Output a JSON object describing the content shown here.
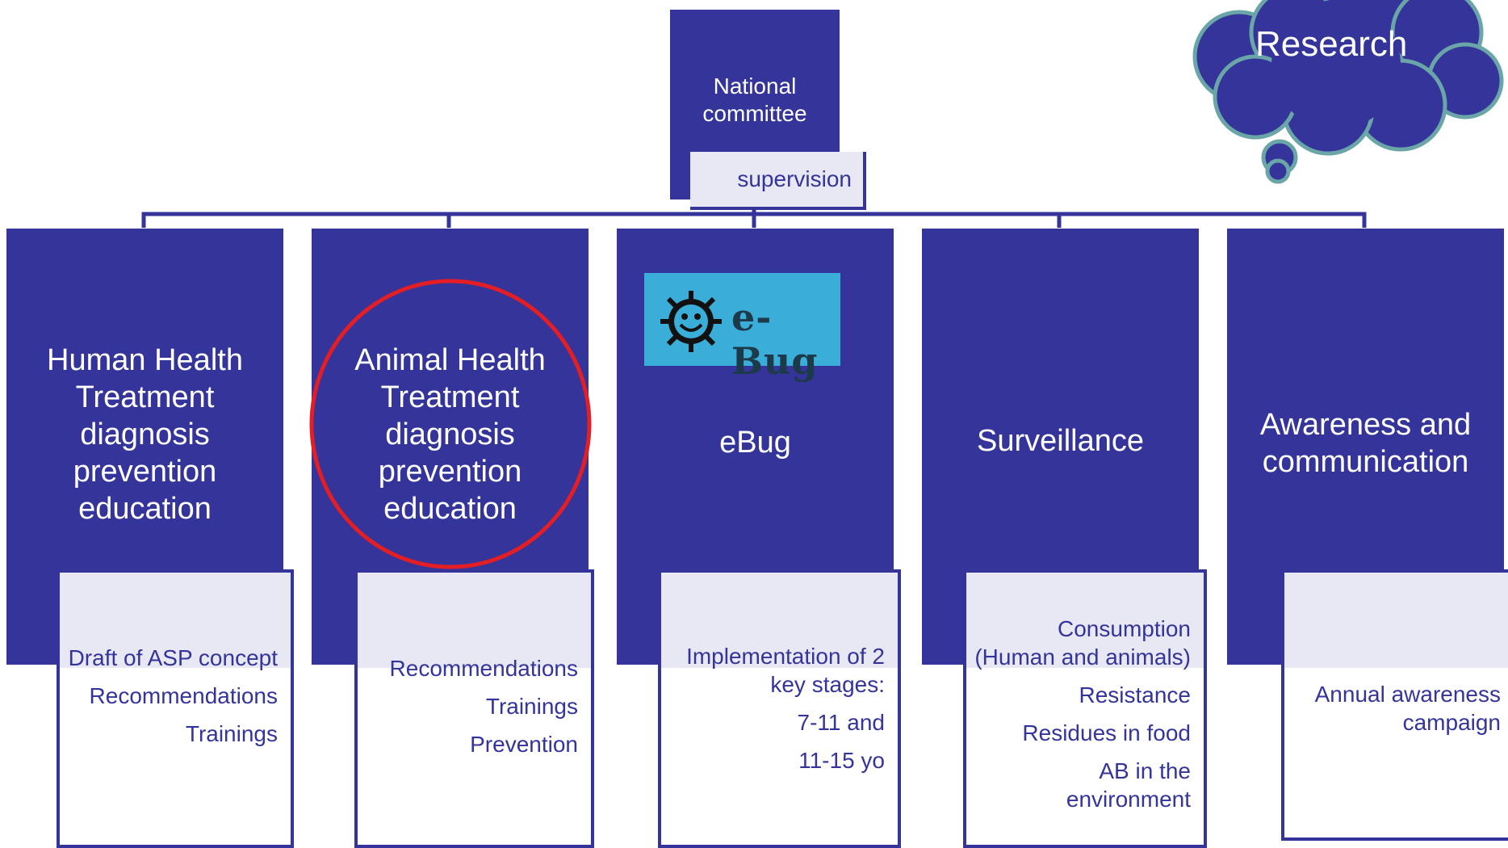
{
  "top": {
    "title": "National committee",
    "supervision": "supervision"
  },
  "research": {
    "label": "Research"
  },
  "columns": [
    {
      "label": "Human Health\nTreatment\ndiagnosis\nprevention\neducation",
      "items": [
        "Draft of ASP concept",
        "Recommendations",
        "Trainings"
      ]
    },
    {
      "label": "Animal Health\nTreatment\ndiagnosis\nprevention\neducation",
      "items": [
        "Recommendations",
        "Trainings",
        "Prevention"
      ]
    },
    {
      "label": "eBug",
      "logo": "e-Bug",
      "items": [
        "Implementation of 2 key stages:",
        "7-11 and",
        "11-15 yo"
      ]
    },
    {
      "label": "Surveillance",
      "items": [
        "Consumption (Human and animals)",
        "Resistance",
        "Residues in food",
        "AB in the environment"
      ]
    },
    {
      "label": "Awareness and communication",
      "items": [
        "Annual awareness campaign"
      ]
    }
  ],
  "colors": {
    "navy": "#34349a",
    "shade": "#e8e8f4",
    "highlight": "#e31e24",
    "logo_bg": "#3aaed8",
    "cloud_border": "#6aa5a8"
  },
  "icons": {
    "logo": "sun-smiley-icon",
    "cloud": "thought-cloud-icon"
  }
}
